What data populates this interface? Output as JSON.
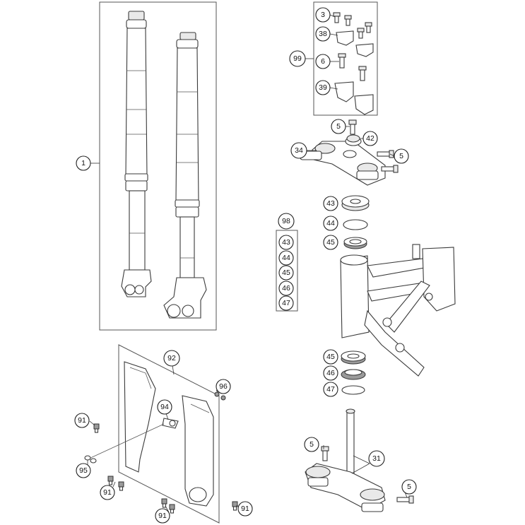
{
  "callouts": {
    "fork_assembly": "1",
    "screw_small": "3",
    "screw_clamp_top": "5",
    "screw_clamp_right_1": "5",
    "screw_bottom_left": "5",
    "screw_bottom_right": "5",
    "screw_kit_6": "6",
    "lower_triple_clamp": "31",
    "upper_triple_clamp": "34",
    "clamp_38": "38",
    "clamp_39": "39",
    "nut_42": "42",
    "seal_43": "43",
    "oring_44": "44",
    "bearing_45_top": "45",
    "bearing_45_bottom": "45",
    "seal_46": "46",
    "ring_47": "47",
    "guard_92": "92",
    "bolt_94": "94",
    "washer_95": "95",
    "nut_96": "96",
    "kit_98": "98",
    "kit_99": "99",
    "screw_91_a": "91",
    "screw_91_b": "91",
    "screw_91_c": "91",
    "screw_91_d": "91"
  },
  "kit_98_items": [
    "43",
    "44",
    "45",
    "46",
    "47"
  ]
}
